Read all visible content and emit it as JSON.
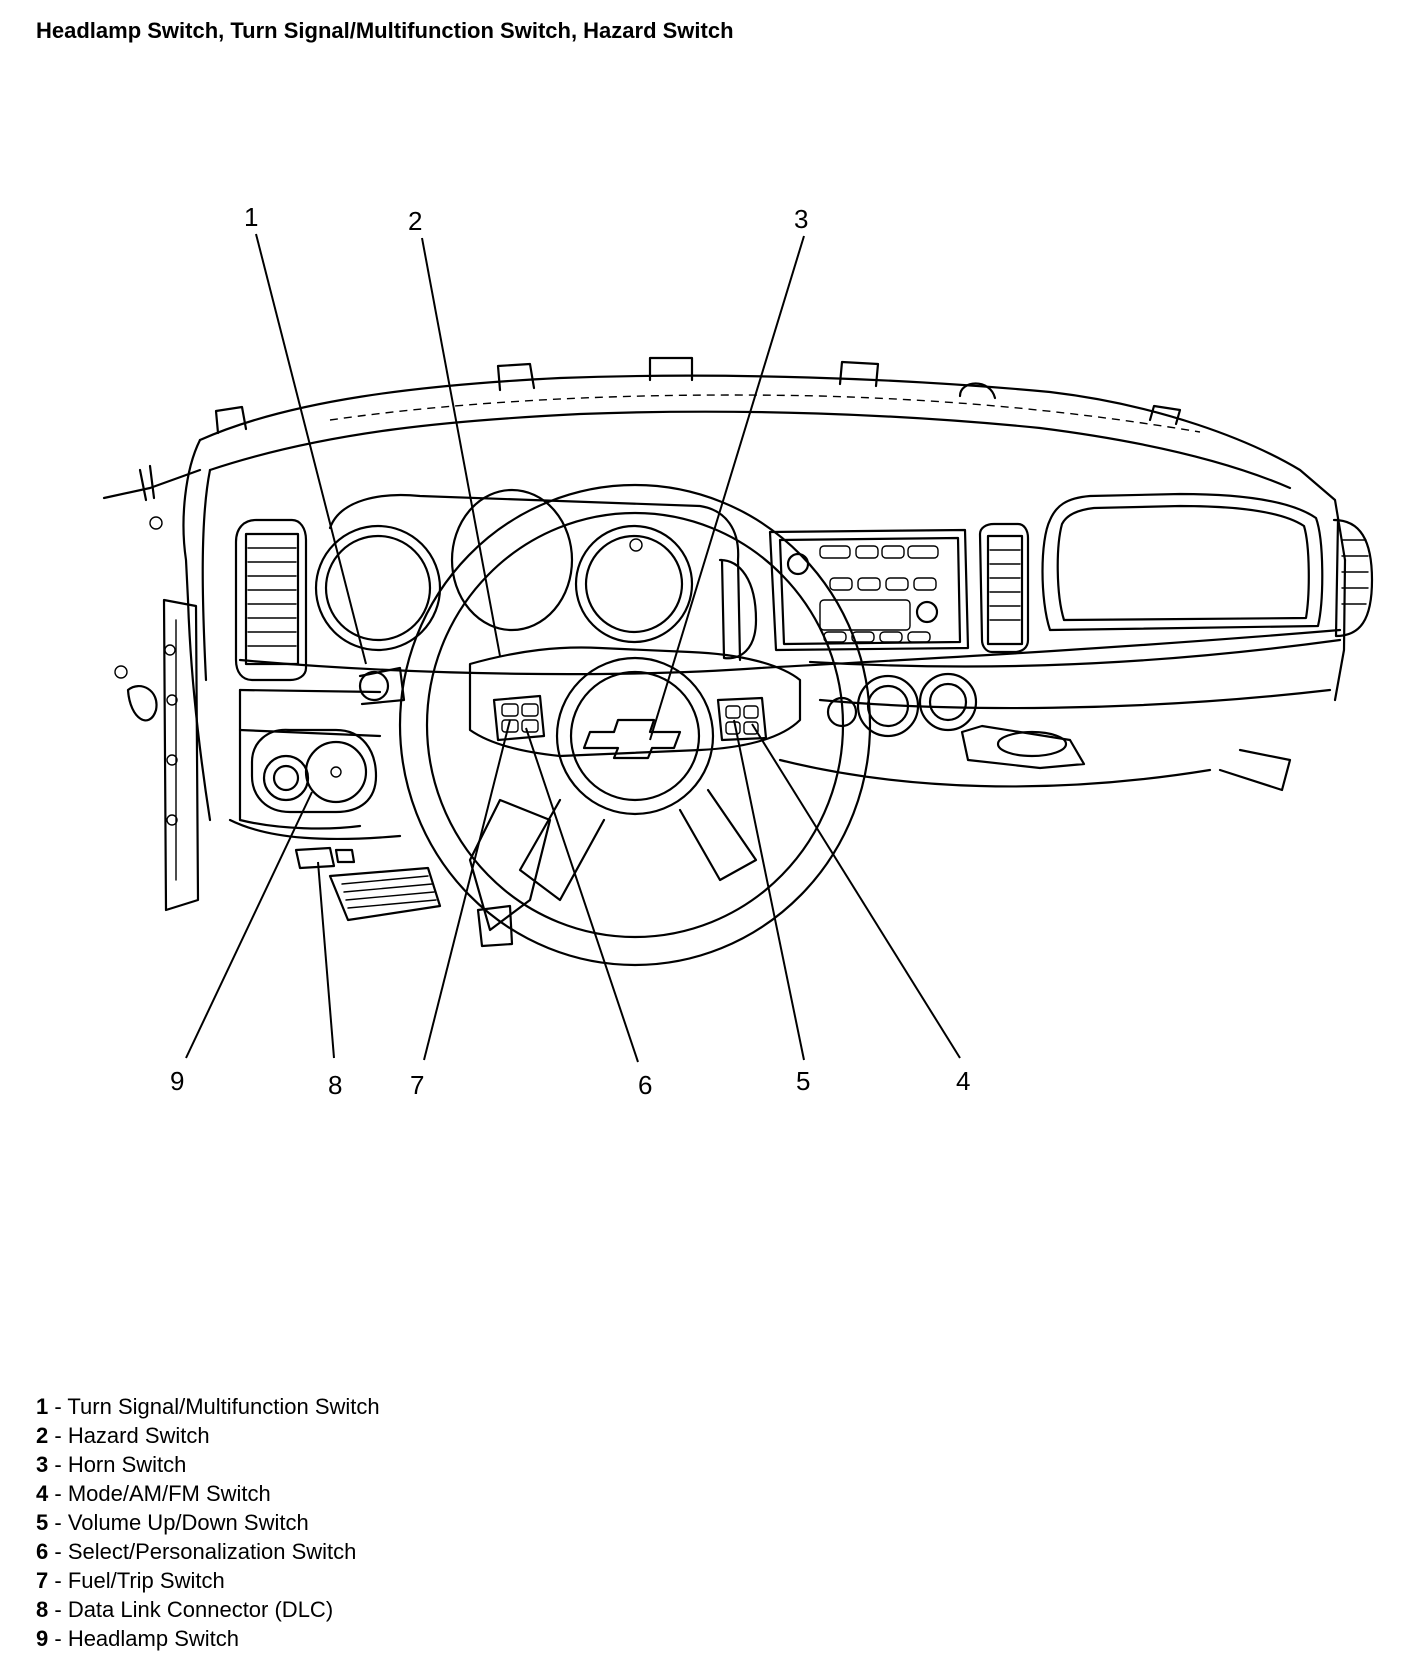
{
  "title": "Headlamp Switch, Turn Signal/Multifunction Switch, Hazard Switch",
  "callouts": [
    "1",
    "2",
    "3",
    "4",
    "5",
    "6",
    "7",
    "8",
    "9"
  ],
  "legend": [
    {
      "num": "1",
      "sep": " - ",
      "label": "Turn Signal/Multifunction Switch"
    },
    {
      "num": "2",
      "sep": " - ",
      "label": "Hazard Switch"
    },
    {
      "num": "3",
      "sep": " - ",
      "label": "Horn Switch"
    },
    {
      "num": "4",
      "sep": " - ",
      "label": "Mode/AM/FM Switch"
    },
    {
      "num": "5",
      "sep": " - ",
      "label": "Volume Up/Down Switch"
    },
    {
      "num": "6",
      "sep": " - ",
      "label": "Select/Personalization Switch"
    },
    {
      "num": "7",
      "sep": " - ",
      "label": "Fuel/Trip Switch"
    },
    {
      "num": "8",
      "sep": " - ",
      "label": "Data Link Connector (DLC)"
    },
    {
      "num": "9",
      "sep": " - ",
      "label": "Headlamp Switch"
    }
  ]
}
